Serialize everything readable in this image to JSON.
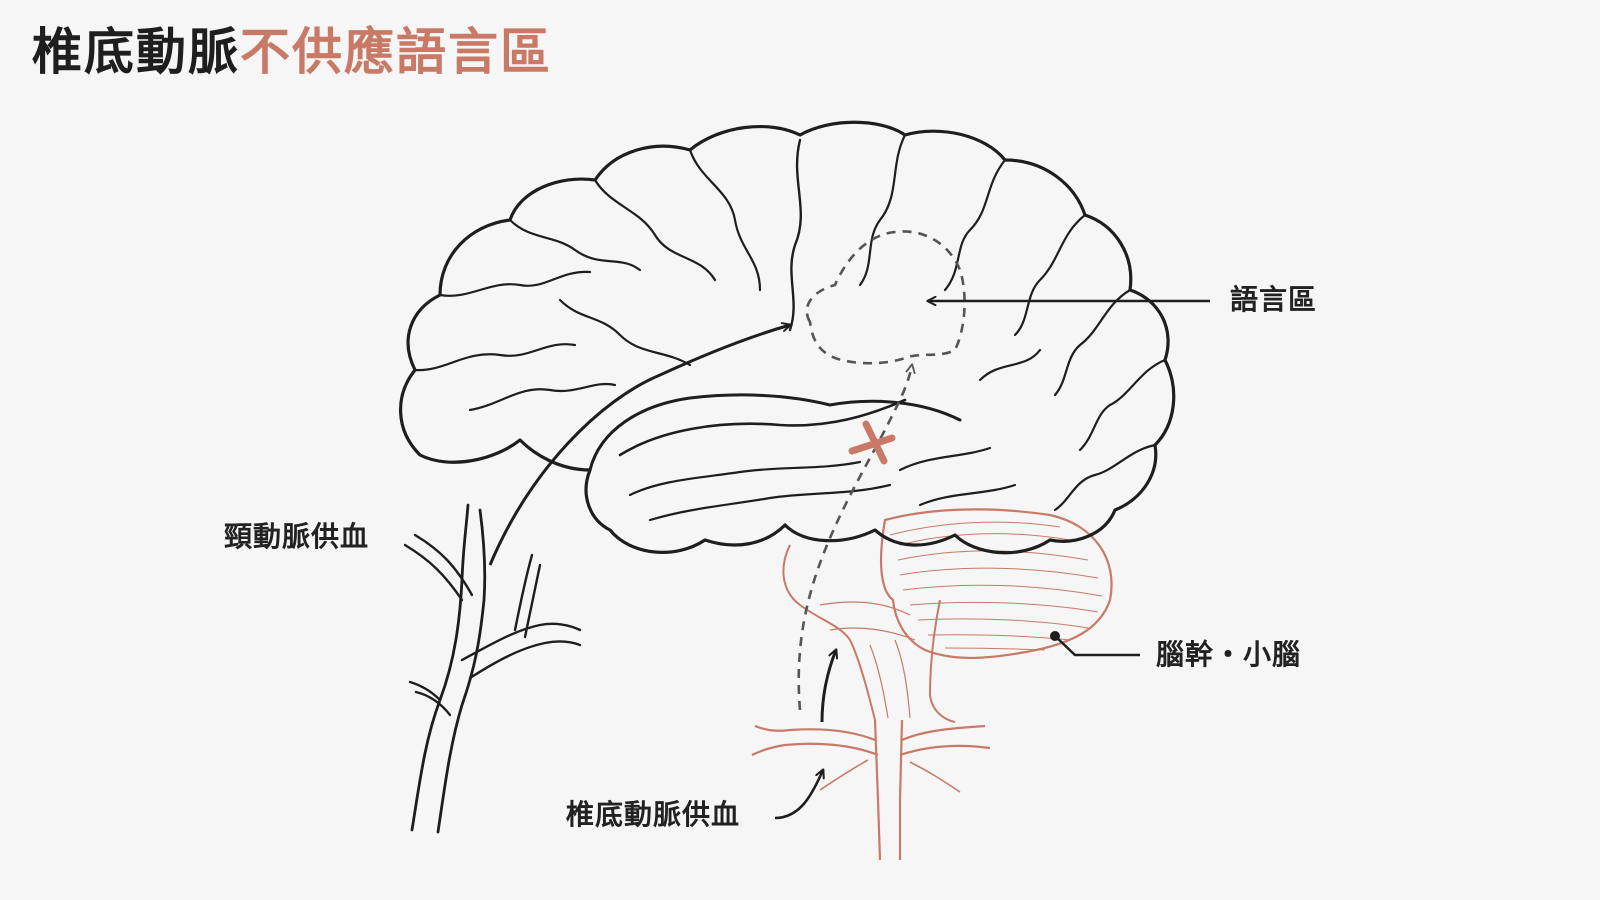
{
  "title": {
    "part1": "椎底動脈",
    "part2": "不供應語言區"
  },
  "labels": {
    "language_area": "語言區",
    "carotid_supply": "頸動脈供血",
    "brainstem_cerebellum": "腦幹・小腦",
    "vertebrobasilar_supply": "椎底動脈供血"
  },
  "colors": {
    "ink": "#1e1e1e",
    "accent": "#c97a66",
    "background": "#f6f6f6",
    "dashed": "#555555"
  },
  "icons": {
    "blocked_marker": "cross-mark"
  }
}
